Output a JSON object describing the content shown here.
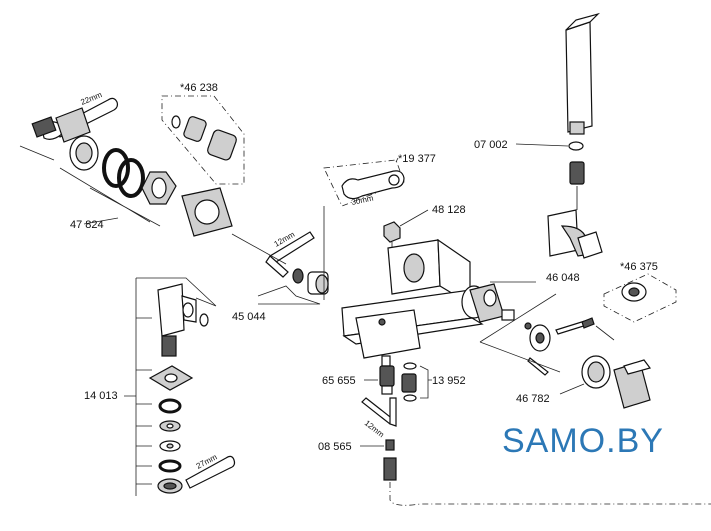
{
  "labels": {
    "p46238": "*46 238",
    "p47824": "47 824",
    "p14013": "14 013",
    "p19377": "*19 377",
    "p48128": "48 128",
    "p45044": "45 044",
    "p65655": "65 655",
    "p13952": "13 952",
    "p08565": "08 565",
    "p07002": "07 002",
    "p46048": "46 048",
    "p46375": "*46 375",
    "p46782": "46 782"
  },
  "wrench_sizes": {
    "top_left": "22mm",
    "mid": "12mm",
    "bottom": "12mm",
    "bottom_left": "27mm",
    "spanner": "30mm"
  },
  "watermark": {
    "text": "SAMO.BY",
    "color": "#2c78b6"
  }
}
